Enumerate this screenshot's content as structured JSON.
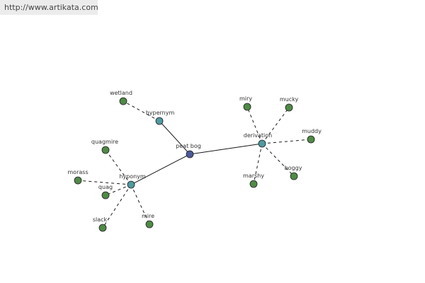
{
  "source_link": {
    "text": "http://www.artikata.com"
  },
  "colors": {
    "center": "#4a5a9a",
    "relation": "#4f9aa0",
    "word": "#4f8a46"
  },
  "graph": {
    "nodes": [
      {
        "id": "peat-bog",
        "label": "peat bog",
        "kind": "center"
      },
      {
        "id": "hypernym",
        "label": "hypernym",
        "kind": "relation"
      },
      {
        "id": "hyponym",
        "label": "hyponym",
        "kind": "relation"
      },
      {
        "id": "derivation",
        "label": "derivation",
        "kind": "relation"
      },
      {
        "id": "wetland",
        "label": "wetland",
        "kind": "word"
      },
      {
        "id": "quagmire",
        "label": "quagmire",
        "kind": "word"
      },
      {
        "id": "morass",
        "label": "morass",
        "kind": "word"
      },
      {
        "id": "quag",
        "label": "quag",
        "kind": "word"
      },
      {
        "id": "slack",
        "label": "slack",
        "kind": "word"
      },
      {
        "id": "mire",
        "label": "mire",
        "kind": "word"
      },
      {
        "id": "miry",
        "label": "miry",
        "kind": "word"
      },
      {
        "id": "mucky",
        "label": "mucky",
        "kind": "word"
      },
      {
        "id": "muddy",
        "label": "muddy",
        "kind": "word"
      },
      {
        "id": "marshy",
        "label": "marshy",
        "kind": "word"
      },
      {
        "id": "boggy",
        "label": "boggy",
        "kind": "word"
      }
    ],
    "edges": [
      {
        "from": "peat-bog",
        "to": "hypernym",
        "style": "solid"
      },
      {
        "from": "peat-bog",
        "to": "hyponym",
        "style": "solid"
      },
      {
        "from": "peat-bog",
        "to": "derivation",
        "style": "solid"
      },
      {
        "from": "hypernym",
        "to": "wetland",
        "style": "dashed"
      },
      {
        "from": "hyponym",
        "to": "quagmire",
        "style": "dashed"
      },
      {
        "from": "hyponym",
        "to": "morass",
        "style": "dashed"
      },
      {
        "from": "hyponym",
        "to": "quag",
        "style": "dashed"
      },
      {
        "from": "hyponym",
        "to": "slack",
        "style": "dashed"
      },
      {
        "from": "hyponym",
        "to": "mire",
        "style": "dashed"
      },
      {
        "from": "derivation",
        "to": "miry",
        "style": "dashed"
      },
      {
        "from": "derivation",
        "to": "mucky",
        "style": "dashed"
      },
      {
        "from": "derivation",
        "to": "muddy",
        "style": "dashed"
      },
      {
        "from": "derivation",
        "to": "marshy",
        "style": "dashed"
      },
      {
        "from": "derivation",
        "to": "boggy",
        "style": "dashed"
      }
    ]
  }
}
